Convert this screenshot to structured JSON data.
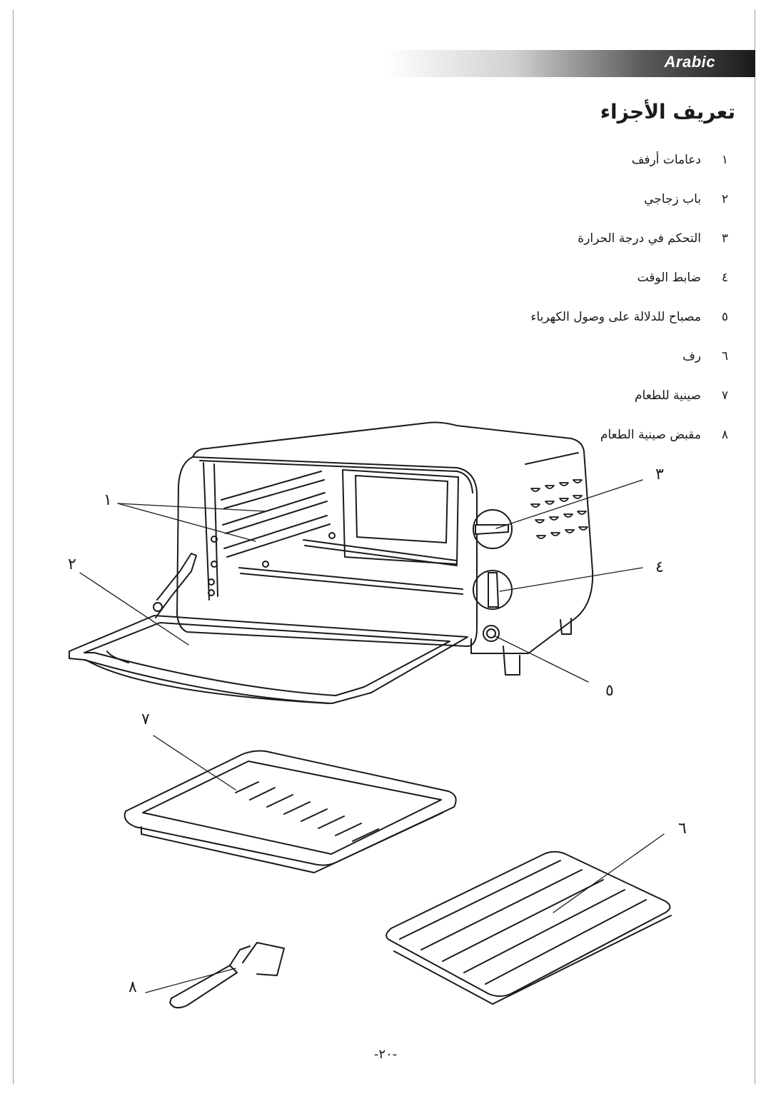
{
  "header": {
    "language_label": "Arabic"
  },
  "title": "تعريف الأجزاء",
  "parts": [
    {
      "num": "١",
      "name": "دعامات أرفف"
    },
    {
      "num": "٢",
      "name": "باب زجاجي"
    },
    {
      "num": "٣",
      "name": "التحكم في درجة الحرارة"
    },
    {
      "num": "٤",
      "name": "ضابط الوقت"
    },
    {
      "num": "٥",
      "name": "مصباح للدلالة على وصول الكهرباء"
    },
    {
      "num": "٦",
      "name": "رف"
    },
    {
      "num": "٧",
      "name": "صينية للطعام"
    },
    {
      "num": "٨",
      "name": "مقبض صينية الطعام"
    }
  ],
  "callouts": [
    "١",
    "٢",
    "٣",
    "٤",
    "٥",
    "٦",
    "٧",
    "٨"
  ],
  "page_number": "-٢٠-"
}
